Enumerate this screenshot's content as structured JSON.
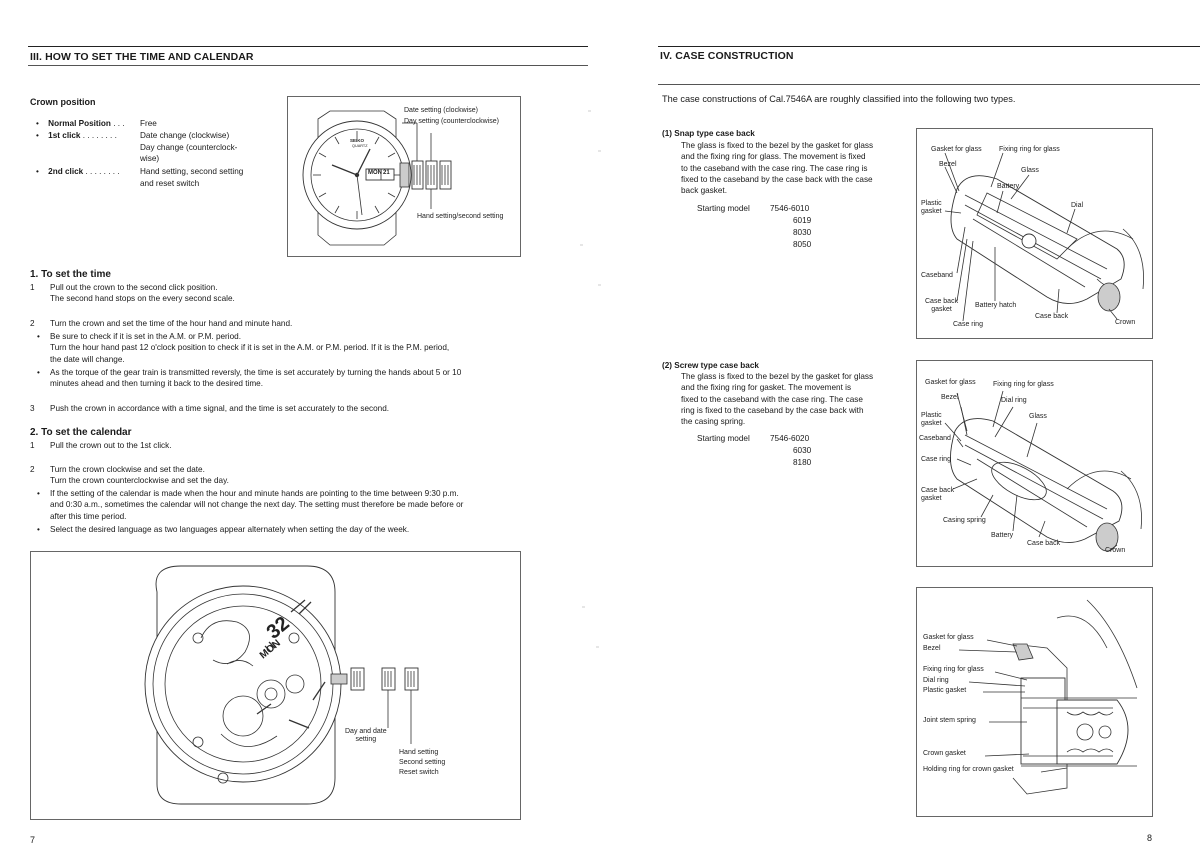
{
  "left": {
    "section_title": "III. HOW TO SET THE TIME AND CALENDAR",
    "crown_position": {
      "heading": "Crown position",
      "rows": [
        {
          "key": "Normal Position",
          "dots": " . . .",
          "value": "Free"
        },
        {
          "key": "1st click",
          "dots": " . . . . . . . .",
          "value": "Date change (clockwise)\nDay change (counterclock-\nwise)"
        },
        {
          "key": "2nd click",
          "dots": " . . . . . . . .",
          "value": "Hand setting, second setting\nand reset switch"
        }
      ]
    },
    "watch_fig": {
      "label_date": "Date setting (clockwise)",
      "label_day": "Day setting (counterclockwise)",
      "label_hand": "Hand setting/second setting",
      "dial_brand": "SEIKO",
      "dial_sub": "QUARTZ",
      "day_window": "MON",
      "date_window": "21"
    },
    "set_time": {
      "heading": "1.  To set the time",
      "items": [
        {
          "num": "1",
          "text": "Pull out the crown to the second click position.\nThe second hand stops on the every second scale."
        },
        {
          "num": "2",
          "text": "Turn the crown and set the time of the hour hand and minute hand."
        },
        {
          "bullet": "Be sure to check if it is set in the A.M. or P.M. period.\nTurn the hour hand past 12 o'clock position to check if it is set in the A.M. or P.M. period. If it is the P.M. period,\nthe date will change."
        },
        {
          "bullet": "As the torque of the gear train is transmitted reversly, the time is set accurately by turning the hands about 5 or 10\nminutes ahead and then turning it back to the desired time."
        },
        {
          "num": "3",
          "text": "Push the crown in accordance with a time signal, and the time is set accurately to the second."
        }
      ]
    },
    "set_calendar": {
      "heading": "2.  To set the calendar",
      "items": [
        {
          "num": "1",
          "text": "Pull the crown out to the 1st click."
        },
        {
          "num": "2",
          "text": "Turn the crown clockwise and set the date.\nTurn the crown counterclockwise and set the day."
        },
        {
          "bullet": "If the setting of the calendar is made when the hour and minute hands are pointing to the time between 9:30 p.m.\nand 0:30 a.m., sometimes the calendar will not change the next day. The setting must therefore be made before or\nafter this time period."
        },
        {
          "bullet": "Select the desired language as two languages appear alternately when setting the day of the week."
        }
      ]
    },
    "movement_fig": {
      "label_day_date": "Day and date\nsetting",
      "label_hand": "Hand setting\nSecond setting\nReset switch",
      "date_digits": "32",
      "day_text": "MON"
    },
    "page_number": "7"
  },
  "right": {
    "section_title": "IV. CASE CONSTRUCTION",
    "intro": "The case constructions of Cal.7546A are roughly classified into the following two types.",
    "snap": {
      "heading": "(1)  Snap type case back",
      "text": "The glass is fixed to the bezel by the gasket for glass\nand the fixing ring for glass. The movement is fixed\nto the caseband with the case ring. The case ring is\nfixed to the caseband by the case back with the case\nback gasket.",
      "model_label": "Starting model",
      "models": [
        "7546-6010",
        "6019",
        "8030",
        "8050"
      ],
      "labels": {
        "gasket_glass": "Gasket for glass",
        "fixing_ring": "Fixing ring for glass",
        "bezel": "Bezel",
        "glass": "Glass",
        "battery": "Battery",
        "plastic_gasket": "Plastic\ngasket",
        "dial": "Dial",
        "caseband": "Caseband",
        "case_back_gasket": "Case back\ngasket",
        "battery_hatch": "Battery hatch",
        "case_back": "Case back",
        "case_ring": "Case ring",
        "crown": "Crown"
      }
    },
    "screw": {
      "heading": "(2)  Screw type case back",
      "text": "The glass is fixed to the bezel by the gasket for glass\nand the fixing ring for gasket. The movement is\nfixed to the caseband with the case ring. The case\nring is fixed to the caseband by the case back with\nthe casing spring.",
      "model_label": "Starting model",
      "models": [
        "7546-6020",
        "6030",
        "8180"
      ],
      "labels": {
        "gasket_glass": "Gasket for glass",
        "fixing_ring": "Fixing ring for glass",
        "bezel": "Bezel",
        "dial_ring": "Dial ring",
        "plastic_gasket": "Plastic\ngasket",
        "glass": "Glass",
        "caseband": "Caseband",
        "case_ring": "Case ring",
        "case_back_gasket": "Case back\ngasket",
        "casing_spring": "Casing spring",
        "battery": "Battery",
        "case_back": "Case back",
        "crown": "Crown"
      }
    },
    "detail": {
      "labels": {
        "gasket_glass": "Gasket for glass",
        "bezel": "Bezel",
        "fixing_ring": "Fixing ring for glass",
        "dial_ring": "Dial ring",
        "plastic_gasket": "Plastic gasket",
        "joint_stem_spring": "Joint stem spring",
        "crown_gasket": "Crown gasket",
        "holding_ring": "Holding ring for crown gasket"
      }
    },
    "page_number": "8"
  }
}
